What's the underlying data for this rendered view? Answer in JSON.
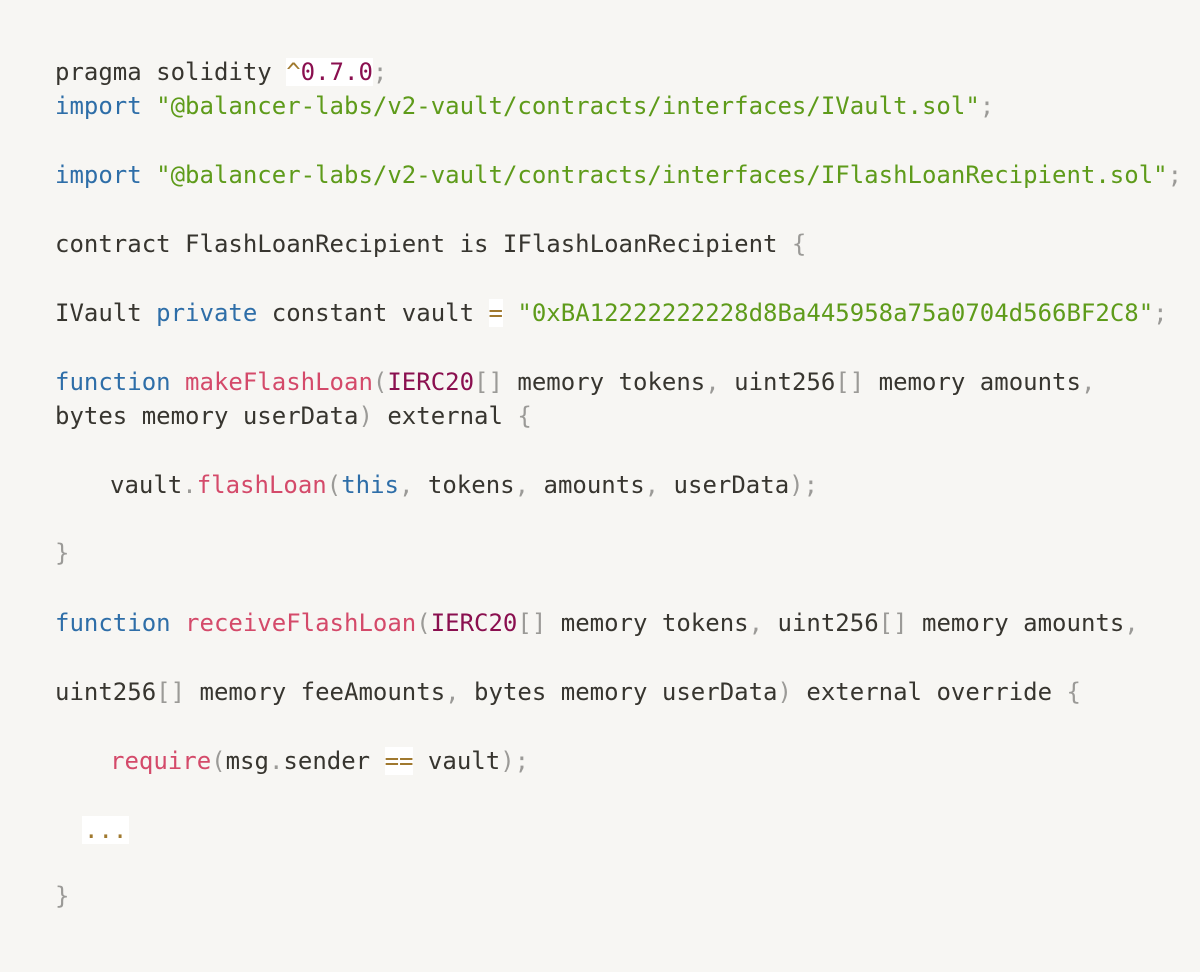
{
  "code": {
    "language": "solidity",
    "lines": {
      "l1": {
        "pragma": "pragma solidity ",
        "caret": "^",
        "version": "0.7.0",
        "semi": ";"
      },
      "l2": {
        "import_kw": "import",
        "path": "\"@balancer-labs/v2-vault/contracts/interfaces/IVault.sol\"",
        "semi": ";"
      },
      "l3": {
        "import_kw": "import",
        "path": "\"@balancer-labs/v2-vault/contracts/interfaces/IFlashLoanRecipient.sol\"",
        "semi": ";"
      },
      "l4": {
        "text": "contract FlashLoanRecipient is IFlashLoanRecipient ",
        "brace": "{"
      },
      "l5": {
        "type": "IVault ",
        "private_kw": "private",
        "text": " constant vault ",
        "eq": "=",
        "value": "\"0xBA12222222228d8Ba445958a75a0704d566BF2C8\"",
        "semi": ";"
      },
      "l6": {
        "function_kw": "function",
        "name": "makeFlashLoan",
        "paren_open": "(",
        "ierc20": "IERC20",
        "brackets1": "[]",
        "text1": " memory tokens",
        "comma1": ",",
        "text2": " uint256",
        "brackets2": "[]",
        "text3": " memory amounts",
        "comma2": ","
      },
      "l7": {
        "text1": "bytes memory userData",
        "paren_close": ")",
        "text2": " external ",
        "brace": "{"
      },
      "l8": {
        "vault": "vault",
        "dot": ".",
        "call": "flashLoan",
        "paren_open": "(",
        "this_kw": "this",
        "comma1": ",",
        "arg2": " tokens",
        "comma2": ",",
        "arg3": " amounts",
        "comma3": ",",
        "arg4": " userData",
        "paren_close": ")",
        "semi": ";"
      },
      "l9": {
        "brace": "}"
      },
      "l10": {
        "function_kw": "function",
        "name": "receiveFlashLoan",
        "paren_open": "(",
        "ierc20": "IERC20",
        "brackets1": "[]",
        "text1": " memory tokens",
        "comma1": ",",
        "text2": " uint256",
        "brackets2": "[]",
        "text3": " memory amounts",
        "comma2": ","
      },
      "l11": {
        "text1": "uint256",
        "brackets": "[]",
        "text2": " memory feeAmounts",
        "comma": ",",
        "text3": " bytes memory userData",
        "paren_close": ")",
        "text4": " external override ",
        "brace": "{"
      },
      "l12": {
        "require": "require",
        "paren_open": "(",
        "msg": "msg",
        "dot": ".",
        "sender": "sender ",
        "eqeq": "==",
        "vault": " vault",
        "paren_close": ")",
        "semi": ";"
      },
      "l13": {
        "ellipsis": "..."
      },
      "l14": {
        "brace": "}"
      }
    }
  }
}
